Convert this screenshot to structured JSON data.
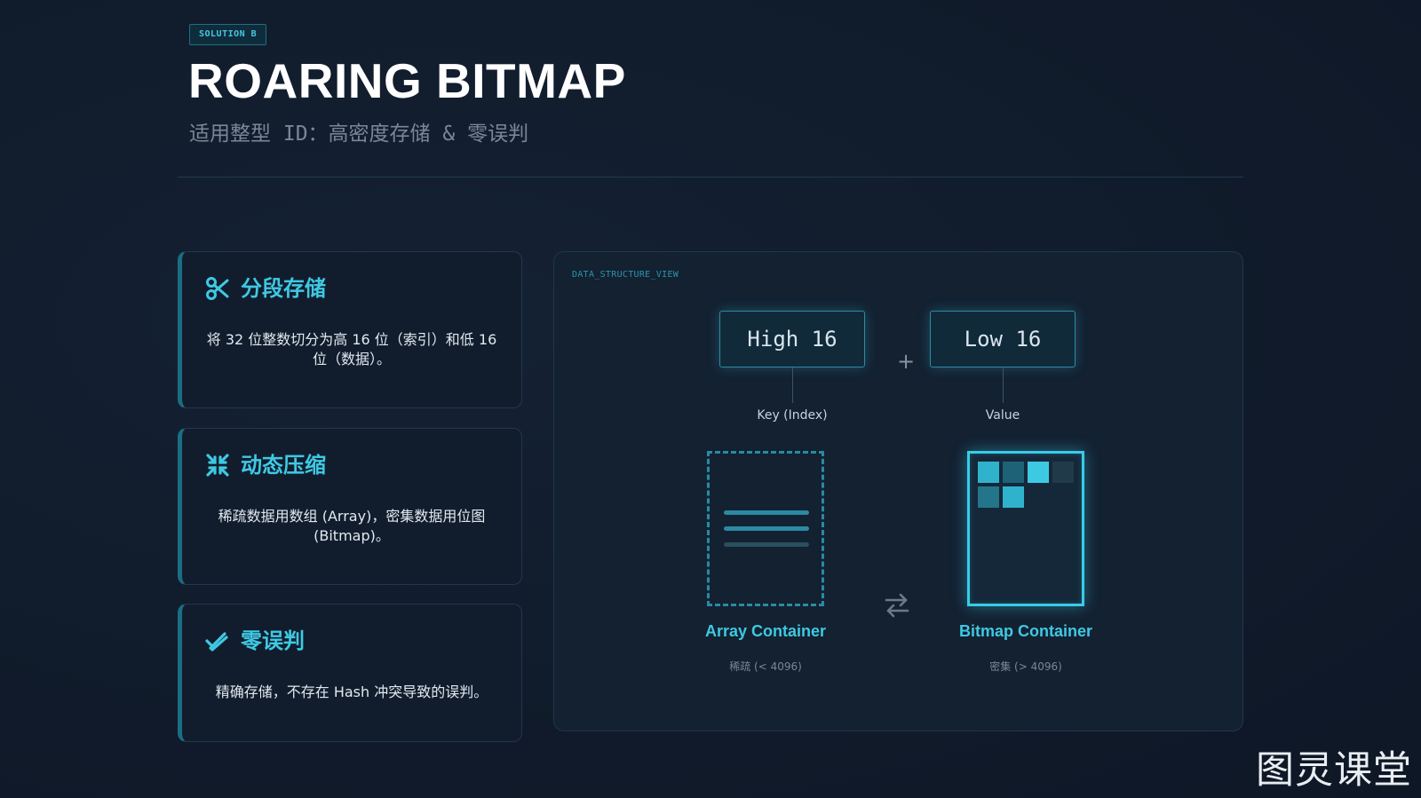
{
  "header": {
    "tag": "SOLUTION B",
    "title": "ROARING BITMAP",
    "subtitle": "适用整型 ID：高密度存储 & 零误判"
  },
  "features": [
    {
      "icon": "scissors-icon",
      "title": "分段存储",
      "body": "将 32 位整数切分为高 16 位（索引）和低 16 位（数据）。"
    },
    {
      "icon": "compress-icon",
      "title": "动态压缩",
      "body": "稀疏数据用数组 (Array)，密集数据用位图 (Bitmap)。"
    },
    {
      "icon": "double-check-icon",
      "title": "零误判",
      "body": "精确存储，不存在 Hash 冲突导致的误判。"
    }
  ],
  "diagram": {
    "label": "DATA_STRUCTURE_VIEW",
    "high_box": "High 16",
    "low_box": "Low 16",
    "plus": "+",
    "high_caption": "Key (Index)",
    "low_caption": "Value",
    "array_name": "Array Container",
    "array_sub": "稀疏 (< 4096)",
    "bitmap_name": "Bitmap Container",
    "bitmap_sub": "密集 (> 4096)",
    "swap_icon": "swap-arrows-icon"
  },
  "colors": {
    "accent": "#3ec9e3",
    "background": "#111c2c",
    "card_border": "#1b6d83"
  },
  "watermark": "图灵课堂"
}
